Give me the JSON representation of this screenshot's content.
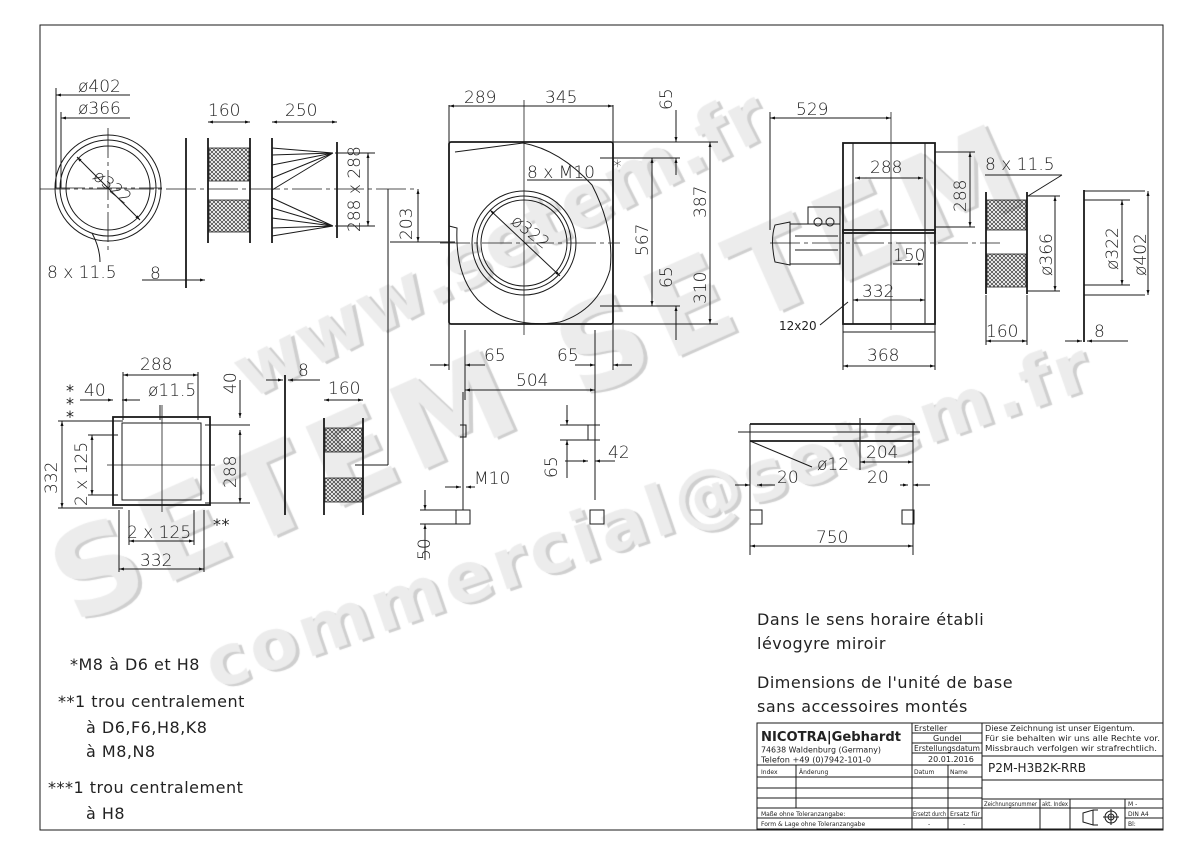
{
  "watermark": {
    "url": "www.setem.fr",
    "brand": "SETEM SETEM",
    "email": "commercial@setem.fr"
  },
  "dimensions": {
    "flange_d402": "ø402",
    "flange_d366": "ø366",
    "flange_d322": "ø322",
    "flange_holes": "8 x 11.5",
    "gasket_thk": "8",
    "silencer_len": "160",
    "cone_len": "250",
    "cone_size": "288 x 288",
    "inlet_height": "203",
    "fan_w_left": "289",
    "fan_w_right": "345",
    "fan_top": "65",
    "fan_bolts": "8 x M10",
    "fan_bolts_mark": "*",
    "fan_inlet_d": "ø322",
    "fan_567": "567",
    "fan_387": "387",
    "fan_65_right": "65",
    "fan_310": "310",
    "fan_65_bl": "65",
    "fan_65_br": "65",
    "fan_504": "504",
    "side_529": "529",
    "side_288_h": "288",
    "side_288_v": "288",
    "side_holes": "8 x 11.5",
    "side_d366": "ø366",
    "side_d322": "ø322",
    "side_d402": "ø402",
    "side_150": "150",
    "side_332": "332",
    "side_slot": "12x20",
    "side_160": "160",
    "side_368": "368",
    "side_8": "8",
    "outlet_288": "288",
    "outlet_40": "40",
    "outlet_hole": "ø11.5",
    "outlet_40_v": "40",
    "outlet_332_v": "332",
    "outlet_2x125_v": "2 x 125",
    "outlet_288_v": "288",
    "outlet_2x125": "2 x 125",
    "outlet_mark2": "**",
    "outlet_mark3": "*\n*\n*",
    "outlet_332": "332",
    "outlet_gasket": "8",
    "outlet_silencer": "160",
    "foot_m10": "M10",
    "foot_65": "65",
    "foot_42": "42",
    "foot_50": "50",
    "base_d12": "ø12",
    "base_20_l": "20",
    "base_204": "204",
    "base_20_r": "20",
    "base_750": "750"
  },
  "notes_right": [
    "Dans le sens horaire établi",
    "lévogyre miroir",
    "Dimensions de l'unité de base",
    "sans accessoires montés"
  ],
  "notes_left": [
    "*M8 à D6 et H8",
    "**1 trou centralement",
    "à D6,F6,H8,K8",
    "à M8,N8",
    "***1 trou centralement",
    "à H8"
  ],
  "title_block": {
    "company": "NICOTRA|Gebhardt",
    "address": "74638 Waldenburg (Germany)",
    "phone": "Telefon +49 (0)7942-101-0",
    "creator_label": "Ersteller",
    "creator": "Gundel",
    "date_label": "Erstellungsdatum",
    "date": "20.01.2016",
    "index_label": "Index",
    "change_label": "Änderung",
    "datum_label": "Datum",
    "name_label": "Name",
    "copyright": [
      "Diese Zeichnung ist unser Eigentum.",
      "Für sie behalten wir uns alle Rechte vor.",
      "Missbrauch verfolgen wir strafrechtlich."
    ],
    "part_number": "P2M-H3B2K-RRB",
    "tolerance_label": "Maße ohne Toleranzangabe:",
    "form_label": "Form & Lage ohne Toleranzangabe",
    "replaced_by": "Ersetzt durch",
    "replaces": "Ersatz für",
    "dash1": "-",
    "dash2": "-",
    "drawing_no_label": "Zeichnungsnummer",
    "index_current": "akt. Index",
    "scale": "M -",
    "format": "DIN A4",
    "sheet": "Bl:"
  }
}
